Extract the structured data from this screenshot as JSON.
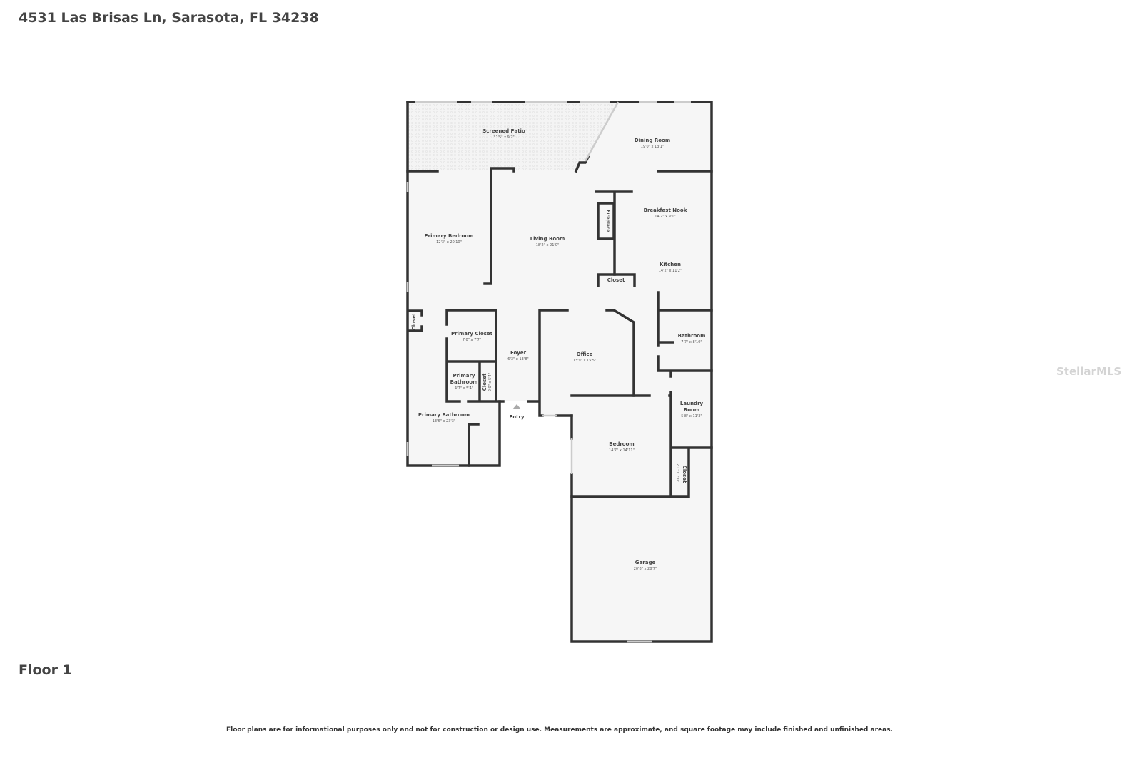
{
  "header": {
    "title": "4531 Las Brisas Ln, Sarasota, FL 34238"
  },
  "floor_label": "Floor 1",
  "watermark": "StellarMLS",
  "disclaimer": "Floor plans are for informational purposes only and not for construction or design use. Measurements are approximate, and square footage may include finished and unfinished areas.",
  "rooms": [
    {
      "name": "Screened Patio",
      "dims": "31'5\" x 9'7\""
    },
    {
      "name": "Dining Room",
      "dims": "19'0\" x 13'1\""
    },
    {
      "name": "Breakfast Nook",
      "dims": "14'2\" x 9'1\""
    },
    {
      "name": "Primary Bedroom",
      "dims": "12'3\" x 20'10\""
    },
    {
      "name": "Living Room",
      "dims": "18'2\" x 21'0\""
    },
    {
      "name": "Kitchen",
      "dims": "14'2\" x 11'2\""
    },
    {
      "name": "Primary Closet",
      "dims": "7'0\" x 7'7\""
    },
    {
      "name": "Foyer",
      "dims": "6'3\" x 13'8\""
    },
    {
      "name": "Office",
      "dims": "13'9\" x 15'5\""
    },
    {
      "name": "Bathroom",
      "dims": "7'7\" x 8'10\""
    },
    {
      "name": "Primary Bathroom",
      "dims": "4'7\" x 5'4\""
    },
    {
      "name": "Laundry Room",
      "dims": "5'8\" x 11'3\""
    },
    {
      "name": "Primary Bathroom",
      "dims": "13'6\" x 23'3\""
    },
    {
      "name": "Bedroom",
      "dims": "14'7\" x 14'11\""
    },
    {
      "name": "Garage",
      "dims": "20'8\" x 28'7\""
    }
  ],
  "small_labels": {
    "fireplace": "Fireplace",
    "closet_kitchen": "Closet",
    "closet_bedroom": "Closet",
    "closet_foyer": "Closet",
    "closet_foyer_dims": "2'0\" x 5'4\"",
    "closet_guest": "Closet",
    "closet_guest_dims": "2'1\" x 7'0\"",
    "entry": "Entry"
  }
}
